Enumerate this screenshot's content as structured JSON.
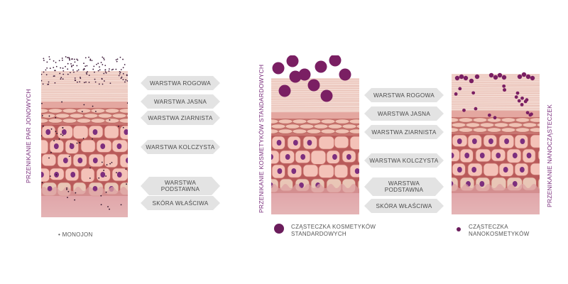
{
  "panels": {
    "left": {
      "side_label": "PRZENIKANIE PAR JONOWYCH",
      "legend": "• MONOJON"
    },
    "middle": {
      "side_label": "PRZENIKANIE KOSMETYKÓW STANDARDOWYCH",
      "legend_line1": "CZĄSTECZKA KOSMETYKÓW",
      "legend_line2": "STANDARDOWYCH"
    },
    "right": {
      "side_label": "PRZENIKANIE NANOCZĄSTECZEK",
      "legend_line1": "CZĄSTECZKA",
      "legend_line2": "NANOKOSMETYKÓW"
    }
  },
  "layer_labels_left": {
    "rogowa": "WARSTWA ROGOWA",
    "jasna": "WARSTWA JASNA",
    "ziarnista": "WARSTWA ZIARNISTA",
    "kolczysta": "WARSTWA KOLCZYSTA",
    "podstawna_1": "WARSTWA",
    "podstawna_2": "PODSTAWNA",
    "wlasciwa": "SKÓRA WŁAŚCIWA"
  },
  "layer_labels_middle": {
    "rogowa": "WARSTWA ROGOWA",
    "jasna": "WARSTWA JASNA",
    "ziarnista": "WARSTWA ZIARNISTA",
    "kolczysta": "WARSTWA KOLCZYSTA",
    "podstawna_1": "WARSTWA",
    "podstawna_2": "PODSTAWNA",
    "wlasciwa": "SKÓRA WŁAŚCIWA"
  },
  "colors": {
    "accent": "#7a2f7c",
    "particle": "#7a1f63",
    "pill": "#e3e3e3",
    "cell_fill": "#f4c2b8",
    "cell_border": "#c8706a",
    "nucleus": "#7d2f7e",
    "stratum_corneum": "#f3d9d1",
    "dermis": "#d98a98"
  }
}
